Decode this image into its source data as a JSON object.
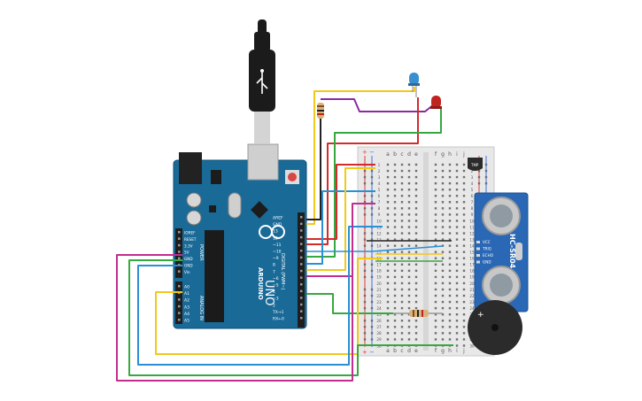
{
  "colors": {
    "background": "#ffffff",
    "arduino_board": "#1a6a98",
    "arduino_edge": "#0e4f75",
    "breadboard": "#e8e8e8",
    "rail_red": "#e23b3b",
    "rail_blue": "#3b6fe2",
    "sensor_board": "#2a68b5",
    "sensor_transducer": "#c8c8c8",
    "buzzer": "#2b2b2b",
    "led_blue": "#3a8fd1",
    "led_red": "#c0241e",
    "resistor": "#d8b27a",
    "usb_cable": "#1b1b1b",
    "usb_connector": "#cfcfcf",
    "wire_yellow": "#f2c81b",
    "wire_purple": "#8a2a9e",
    "wire_red": "#d42a2a",
    "wire_green": "#36a83f",
    "wire_blue": "#2a8fd4",
    "wire_magenta": "#c22d8e",
    "wire_black": "#222222"
  },
  "arduino": {
    "brand": "ARDUINO",
    "model": "UNO",
    "pin_header_top": [
      "AREF",
      "GND",
      "13",
      "12",
      "~11",
      "~10",
      "~9",
      "8",
      "7",
      "~6",
      "~5",
      "4",
      "~3",
      "2",
      "TX→1",
      "RX←0"
    ],
    "digital_label": "DIGITAL (PWM~)",
    "power_pins": [
      "IOREF",
      "RESET",
      "3.3V",
      "5V",
      "GND",
      "GND",
      "Vin"
    ],
    "power_label": "POWER",
    "analog_pins": [
      "A0",
      "A1",
      "A2",
      "A3",
      "A4",
      "A5"
    ],
    "analog_label": "ANALOG IN",
    "reset_icon": "reset-button-icon",
    "usb_icon": "usb-plug-icon"
  },
  "breadboard": {
    "col_letters_left": [
      "a",
      "b",
      "c",
      "d",
      "e"
    ],
    "col_letters_right": [
      "f",
      "g",
      "h",
      "i",
      "j"
    ],
    "row_numbers": [
      "1",
      "2",
      "3",
      "4",
      "5",
      "6",
      "7",
      "8",
      "9",
      "10",
      "11",
      "12",
      "13",
      "14",
      "15",
      "16",
      "17",
      "18",
      "19",
      "20",
      "21",
      "22",
      "23",
      "24",
      "25",
      "26",
      "27",
      "28",
      "29",
      "30"
    ],
    "rail_plus": "+",
    "rail_minus": "−"
  },
  "sensor": {
    "name": "HC-SR04",
    "pins": [
      "VCC",
      "TRIG",
      "ECHO",
      "GND"
    ]
  },
  "temp_sensor_label": "TMP",
  "buzzer_label": "+"
}
